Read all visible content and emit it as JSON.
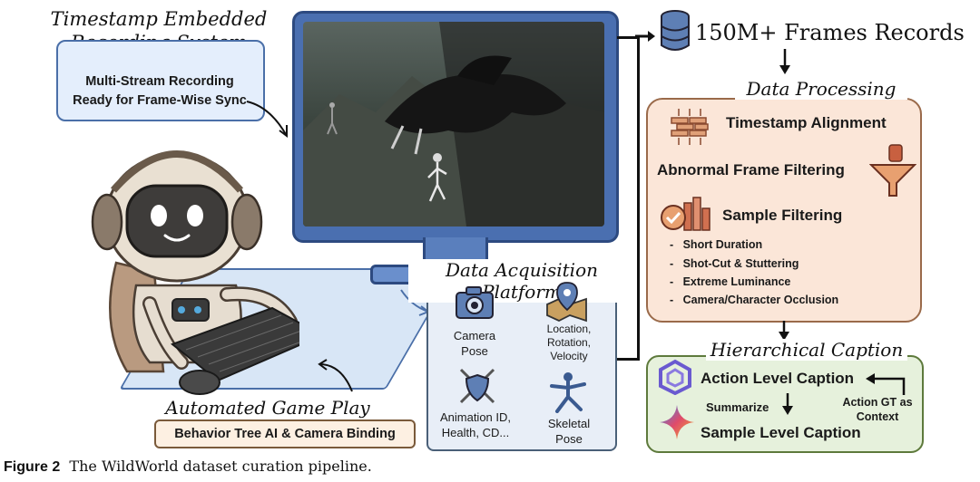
{
  "recording": {
    "title_line1": "Timestamp Embedded",
    "title_line2": "Recording System",
    "sub_line1": "Multi-Stream Recording",
    "sub_line2": "Ready for Frame-Wise Sync"
  },
  "acquisition": {
    "title": "Data Acquisition Platform",
    "items": [
      {
        "label_line1": "Camera",
        "label_line2": "Pose",
        "label_line3": "",
        "icon": "camera-icon"
      },
      {
        "label_line1": "Location,",
        "label_line2": "Rotation,",
        "label_line3": "Velocity",
        "icon": "map-pin-icon"
      },
      {
        "label_line1": "Animation ID,",
        "label_line2": "Health, CD...",
        "label_line3": "",
        "icon": "shield-swords-icon"
      },
      {
        "label_line1": "Skeletal",
        "label_line2": "Pose",
        "label_line3": "",
        "icon": "pose-figure-icon"
      }
    ]
  },
  "gameplay": {
    "title": "Automated Game Play System",
    "sub": "Behavior Tree AI & Camera Binding"
  },
  "frames": {
    "label": "150M+ Frames Records",
    "icon": "database-icon"
  },
  "processing": {
    "title": "Data Processing",
    "step1": "Timestamp Alignment",
    "step2": "Abnormal Frame Filtering",
    "step3": "Sample Filtering",
    "bullets": [
      "Short Duration",
      "Shot-Cut & Stuttering",
      "Extreme Luminance",
      "Camera/Character  Occlusion"
    ]
  },
  "caption": {
    "title": "Hierarchical Caption",
    "action": "Action Level Caption",
    "summarize": "Summarize",
    "gt_line1": "Action GT as",
    "gt_line2": "Context",
    "sample": "Sample Level Caption"
  },
  "figure": {
    "label": "Figure 2",
    "text": "The WildWorld dataset curation pipeline."
  }
}
